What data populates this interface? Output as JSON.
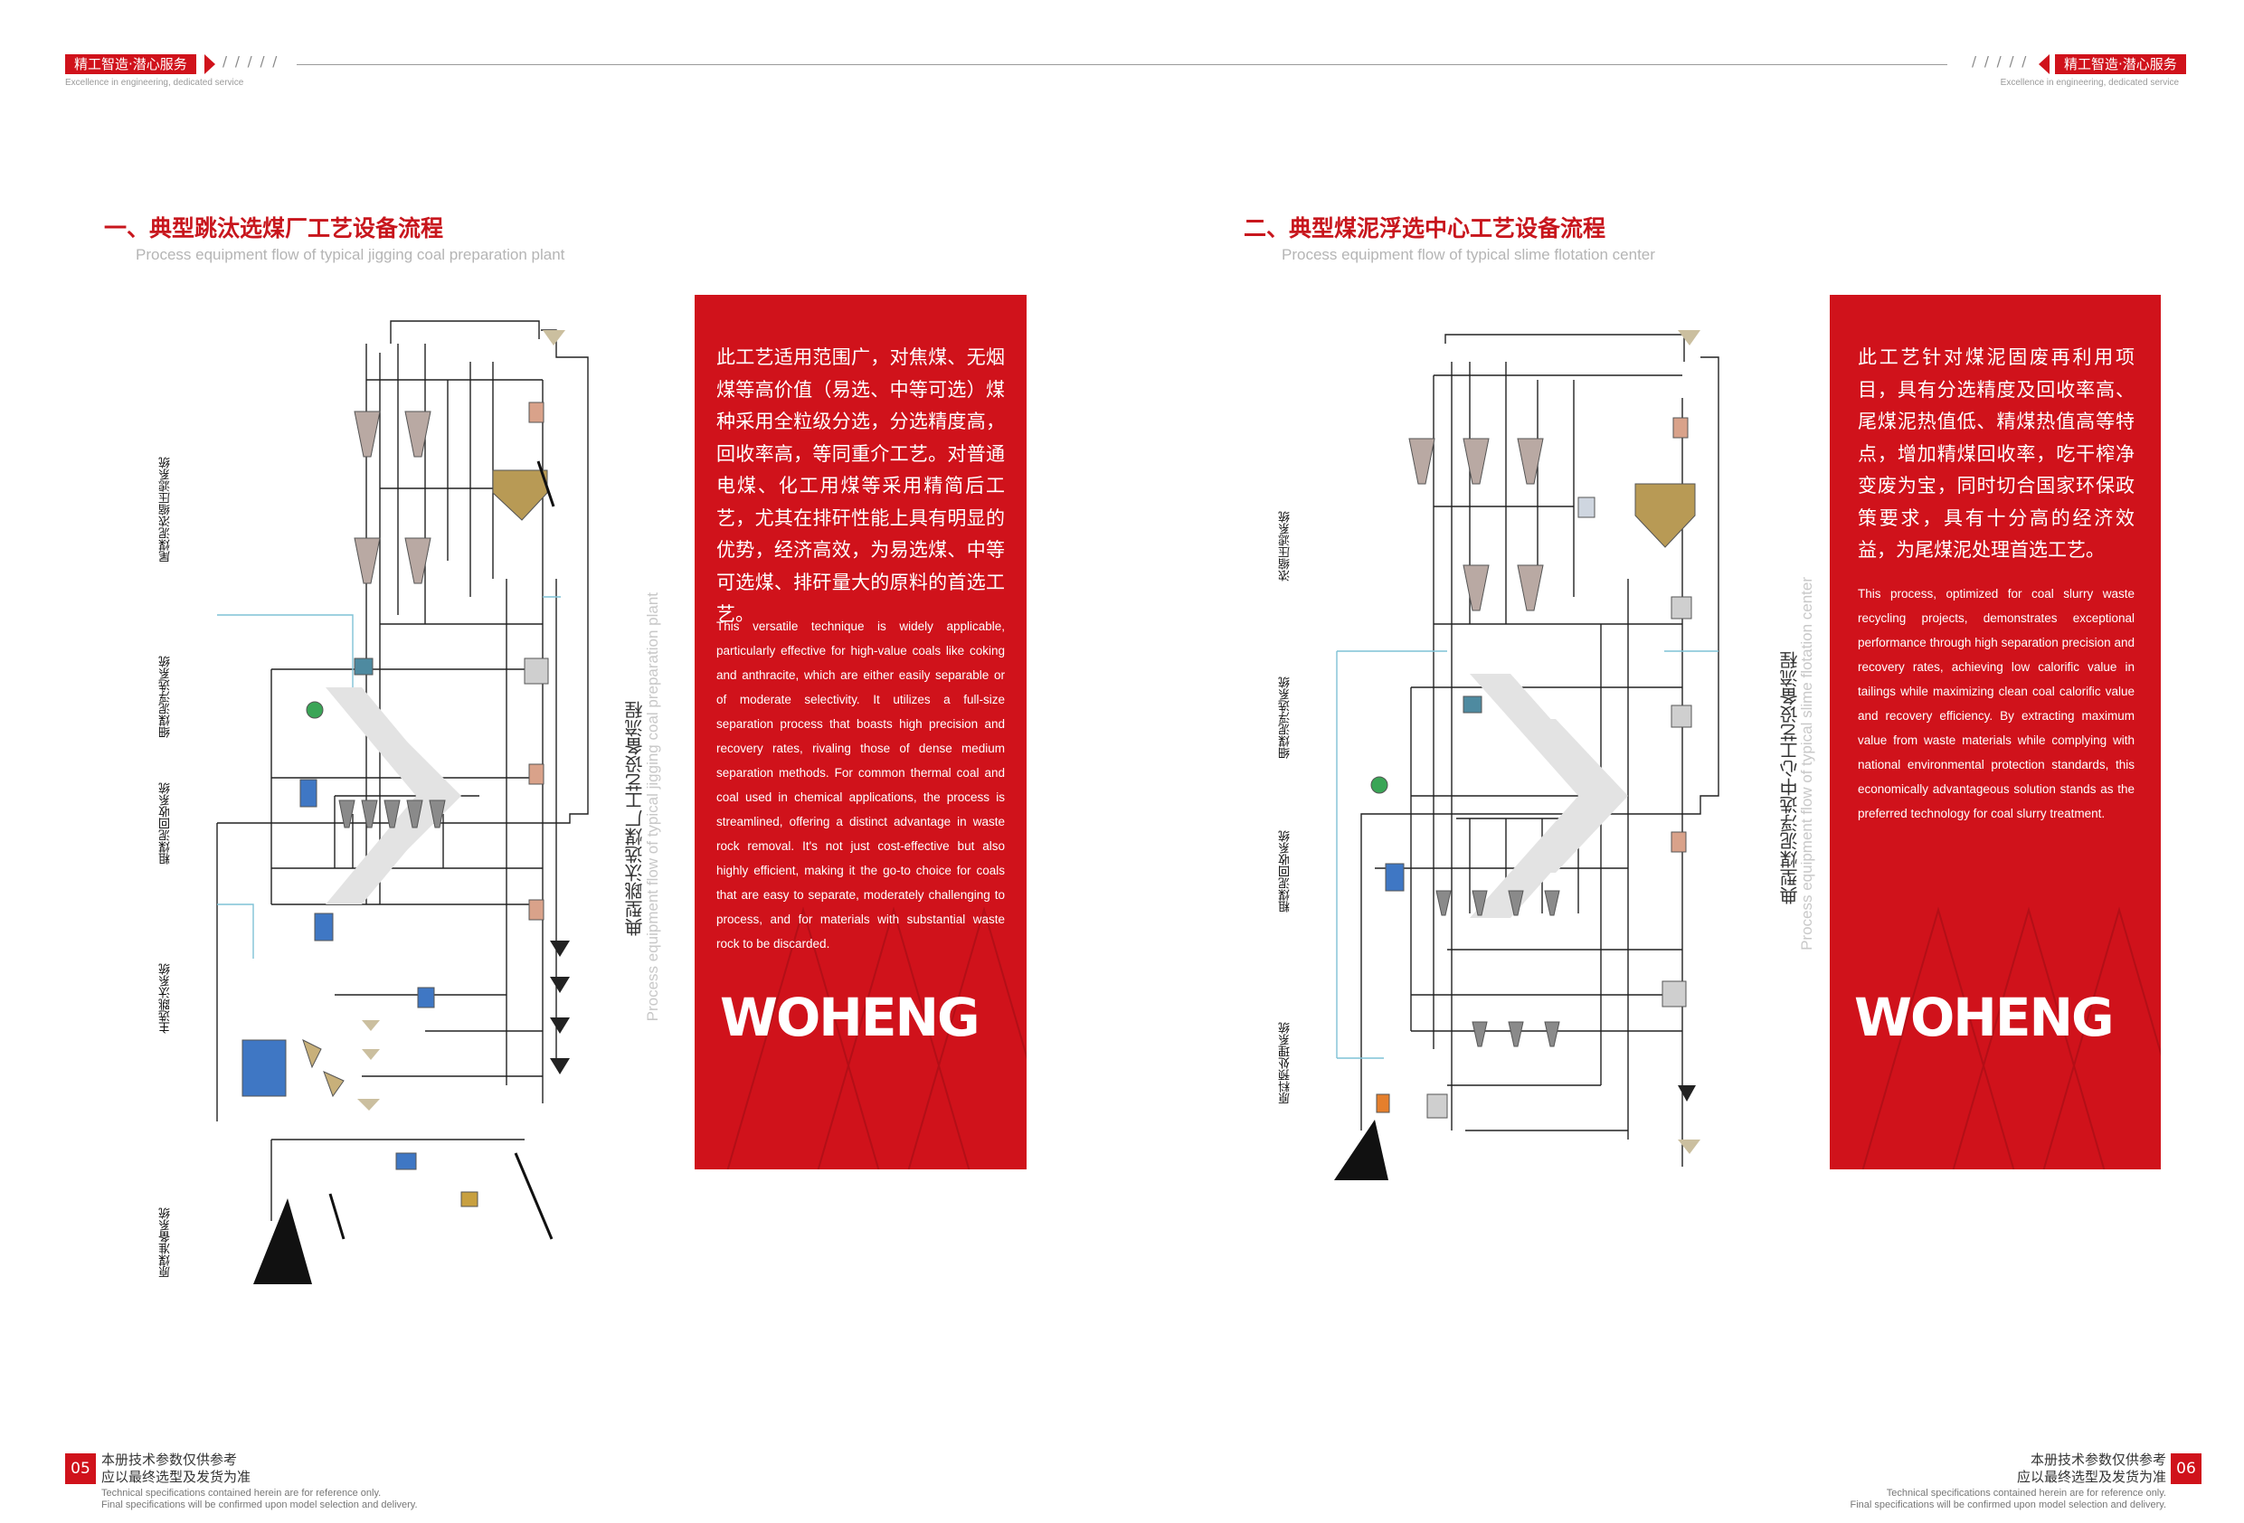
{
  "header": {
    "slogan_cn": "精工智造·潜心服务",
    "slogan_en": "Excellence in engineering, dedicated service"
  },
  "left": {
    "title": "一、典型跳汰选煤厂工艺设备流程",
    "subtitle": "Process equipment flow of typical jigging coal preparation plant",
    "vertical_cn": "典型跳汰选煤厂工艺设备流程",
    "vertical_en": "Process equipment flow of typical jigging coal preparation plant",
    "panel_cn": "此工艺适用范围广，对焦煤、无烟煤等高价值（易选、中等可选）煤种采用全粒级分选，分选精度高，回收率高，等同重介工艺。对普通电煤、化工用煤等采用精简后工艺，尤其在排矸性能上具有明显的优势，经济高效，为易选煤、中等可选煤、排矸量大的原料的首选工艺。",
    "panel_en": "This versatile technique is widely applicable, particularly effective for high-value coals like coking and anthracite, which are either easily separable or of moderate selectivity. It utilizes a full-size separation process that boasts high precision and recovery rates, rivaling those of dense medium separation methods. For common thermal coal and coal used in chemical applications, the process is streamlined, offering a distinct advantage in waste rock removal. It's not just cost-effective but also highly efficient, making it the go-to choice for coals that are easy to separate, moderately challenging to process, and for materials with substantial waste rock to be discarded.",
    "brand": "WOHENG",
    "systems": [
      "尾煤泥浓缩压滤系统",
      "细煤泥浮选系统",
      "粗煤泥回收系统",
      "主选跳汰系统",
      "原煤准备系统"
    ],
    "page": "05"
  },
  "right": {
    "title": "二、典型煤泥浮选中心工艺设备流程",
    "subtitle": "Process equipment flow of typical slime flotation center",
    "vertical_cn": "典型煤泥浮选中心工艺设备流程",
    "vertical_en": "Process equipment flow of typical slime flotation center",
    "panel_cn": "此工艺针对煤泥固废再利用项目，具有分选精度及回收率高、尾煤泥热值低、精煤热值高等特点，增加精煤回收率，吃干榨净变废为宝，同时切合国家环保政策要求，具有十分高的经济效益，为尾煤泥处理首选工艺。",
    "panel_en": "This process, optimized for coal slurry waste recycling projects, demonstrates exceptional performance through high separation precision and recovery rates, achieving low calorific value in tailings while maximizing clean coal calorific value and recovery efficiency. By extracting maximum value from waste materials while complying with national environmental protection standards, this economically advantageous solution stands as the preferred technology for coal slurry treatment.",
    "brand": "WOHENG",
    "systems": [
      "浓缩压滤系统",
      "细煤泥浮选系统",
      "粗煤泥回收系统",
      "原料预处理系统"
    ],
    "page": "06"
  },
  "footer": {
    "cn_line1": "本册技术参数仅供参考",
    "cn_line2": "应以最终选型及发货为准",
    "en_line1": "Technical specifications contained herein are for reference only.",
    "en_line2": "Final specifications will be confirmed upon model selection and delivery."
  },
  "colors": {
    "brand_red": "#d0121b",
    "title_red": "#c8161d",
    "flow_line": "#222222",
    "water_line": "#7fc2d6"
  },
  "icons": [
    "flowsheet-equipment-icons",
    "stockpile-icon",
    "cone-bin-icon"
  ]
}
